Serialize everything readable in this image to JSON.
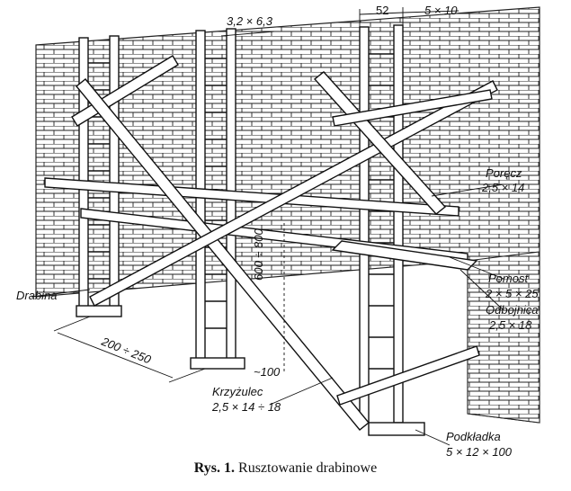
{
  "labels": {
    "top_section": "3,2 × 6,3",
    "top_width": "52",
    "top_section2": "5 × 10",
    "handrail_name": "Poręcz",
    "handrail_size": "2,5 × 14",
    "platform_name": "Pomost",
    "platform_size": "2 × 5 × 25",
    "toeboard_name": "Odbojnica",
    "toeboard_size": "2,5 × 18",
    "ladder_name": "Drabina",
    "spacing": "200 ÷ 250",
    "height": "600 ÷ 800",
    "wall_gap": "~100",
    "brace_name": "Krzyżulec",
    "brace_size": "2,5 × 14 ÷ 18",
    "pad_name": "Podkładka",
    "pad_size": "5 × 12 × 100"
  },
  "caption": {
    "prefix": "Rys. 1.",
    "text": "Rusztowanie drabinowe"
  }
}
